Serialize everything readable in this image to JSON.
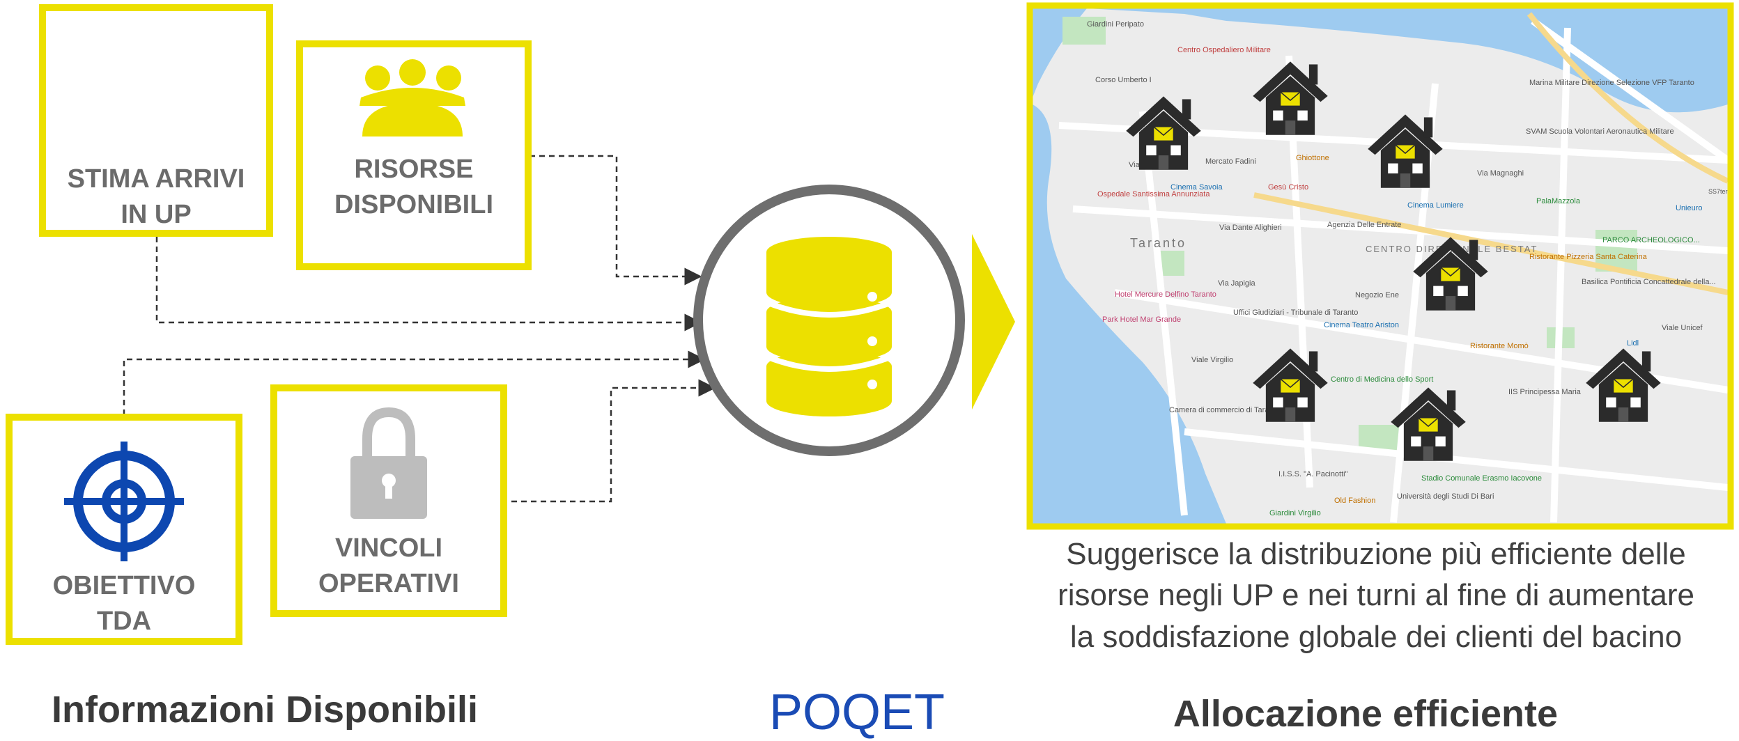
{
  "boxes": {
    "stima": "STIMA ARRIVI\nIN UP",
    "risorse": "RISORSE\nDISPONIBILI",
    "obiettivo": "OBIETTIVO\nTDA",
    "vincoli": "VINCOLI\nOPERATIVI"
  },
  "sections": {
    "left_title": "Informazioni Disponibili",
    "center_title": "POQET",
    "right_title": "Allocazione efficiente"
  },
  "caption": "Suggerisce la distribuzione più efficiente delle\nrisorse negli UP e nei turni al fine di aumentare\nla soddisfazione globale dei clienti del bacino",
  "map_labels": {
    "giardini_peripato": "Giardini Peripato",
    "centro_ospedaliero": "Centro Ospedaliero Militare",
    "corso_umberto": "Corso Umberto I",
    "marina_militare": "Marina Militare Direzione Selezione VFP Taranto",
    "svam": "SVAM Scuola Volontari Aeronautica Militare",
    "ghiottone": "Ghiottone",
    "fadini": "Mercato Fadini",
    "gesu_cristo": "Gesù Cristo",
    "ospedale": "Ospedale Santissima Annunziata",
    "cinema_savoia": "Cinema Savoia",
    "cinema_lumiere": "Cinema Lumiere",
    "palamazzola": "PalaMazzola",
    "unieuro": "Unieuro",
    "taranto": "Taranto",
    "agenzia_entrate": "Agenzia Delle Entrate",
    "centro_direzionale": "CENTRO DIREZIONALE BESTAT",
    "parco_arch": "PARCO ARCHEOLOGICO...",
    "ristorante_pizzeria": "Ristorante Pizzeria Santa Caterina",
    "basilica": "Basilica Pontificia Concattedrale della...",
    "hotel_mercure": "Hotel Mercure Delfino Taranto",
    "park_hotel": "Park Hotel Mar Grande",
    "uffici_giudiziari": "Uffici Giudiziari - Tribunale di Taranto",
    "cinema_ariston": "Cinema Teatro Ariston",
    "negozio": "Negozio Ene",
    "ristorante_momo": "Ristorante Momò",
    "lidl": "Lidl",
    "centro_medicina": "Centro di Medicina dello Sport",
    "iis_principessa": "IIS Principessa Maria",
    "camera_commercio": "Camera di commercio di Taranto",
    "iiss_pacinotti": "I.I.S.S. \"A. Pacinotti\"",
    "old_fashion": "Old Fashion",
    "giardini_virgilio": "Giardini Virgilio",
    "stadio": "Stadio Comunale Erasmo Iacovone",
    "universita": "Università degli Studi Di Bari",
    "via_dante": "Via Dante Alighieri",
    "via_japigia": "Via Japigia",
    "viale_virgilio": "Viale Virgilio",
    "via_magnaghi": "Via Magnaghi",
    "viale_unicef": "Viale Unicef",
    "via_mazzini": "Via Mazzini",
    "s7": "SS7ter"
  },
  "colors": {
    "accent_yellow": "#ece000",
    "icon_blue": "#0d47b0",
    "icon_grey": "#bdbdbd",
    "ring_grey": "#6e6e6e",
    "house": "#2b2b2b"
  }
}
